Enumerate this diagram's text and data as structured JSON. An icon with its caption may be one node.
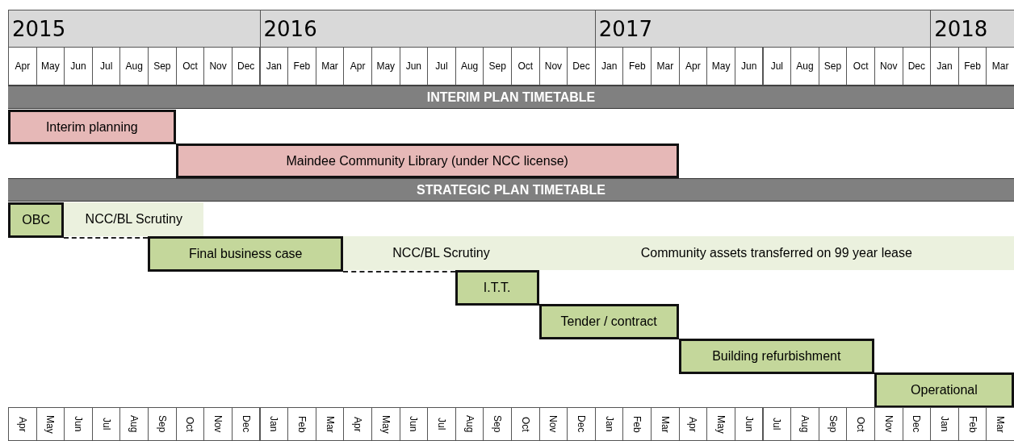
{
  "diagram": {
    "nodes": [
      {
        "text": [
          "INTERIM PLAN TIMETABLE"
        ]
      },
      {
        "text": [
          "Interim planning"
        ]
      },
      {
        "text": [
          "Maindee Community Library (under NCC license)"
        ]
      },
      {
        "text": [
          "STRATEGIC PLAN TIMETABLE"
        ]
      },
      {
        "text": [
          "OBC"
        ]
      },
      {
        "text": [
          "NCC/BL Scrutiny"
        ]
      },
      {
        "text": [
          "Final business case"
        ]
      },
      {
        "text": [
          "NCC/BL Scrutiny"
        ]
      },
      {
        "text": [
          "Community assets transferred on 99 year lease"
        ]
      },
      {
        "text": [
          "I.T.T."
        ]
      },
      {
        "text": [
          "Tender / contract"
        ]
      },
      {
        "text": [
          "Building refurbishment"
        ]
      },
      {
        "text": [
          "Operational"
        ]
      }
    ],
    "labels": [
      "2015",
      "2016",
      "2017",
      "2018",
      "Apr",
      "May",
      "Jun",
      "Jul",
      "Aug",
      "Sep",
      "Oct",
      "Nov",
      "Dec",
      "Jan",
      "Feb",
      "Mar",
      "Apr",
      "May",
      "Jun",
      "Jul",
      "Aug",
      "Sep",
      "Oct",
      "Nov",
      "Dec",
      "Jan",
      "Feb",
      "Mar",
      "Apr",
      "May",
      "Jun",
      "Jul",
      "Aug",
      "Sep",
      "Oct",
      "Nov",
      "Dec",
      "Jan",
      "Feb",
      "Mar",
      "Apr",
      "May",
      "Jun",
      "Jul",
      "Aug",
      "Sep",
      "Oct",
      "Nov",
      "Dec",
      "Jan",
      "Feb",
      "Mar",
      "Apr",
      "May",
      "Jun",
      "Jul",
      "Aug",
      "Sep",
      "Oct",
      "Nov",
      "Dec",
      "Jan",
      "Feb",
      "Mar",
      "Apr",
      "May",
      "Jun",
      "Jul",
      "Aug",
      "Sep",
      "Oct",
      "Nov",
      "Dec",
      "Jan",
      "Feb",
      "Mar"
    ]
  }
}
